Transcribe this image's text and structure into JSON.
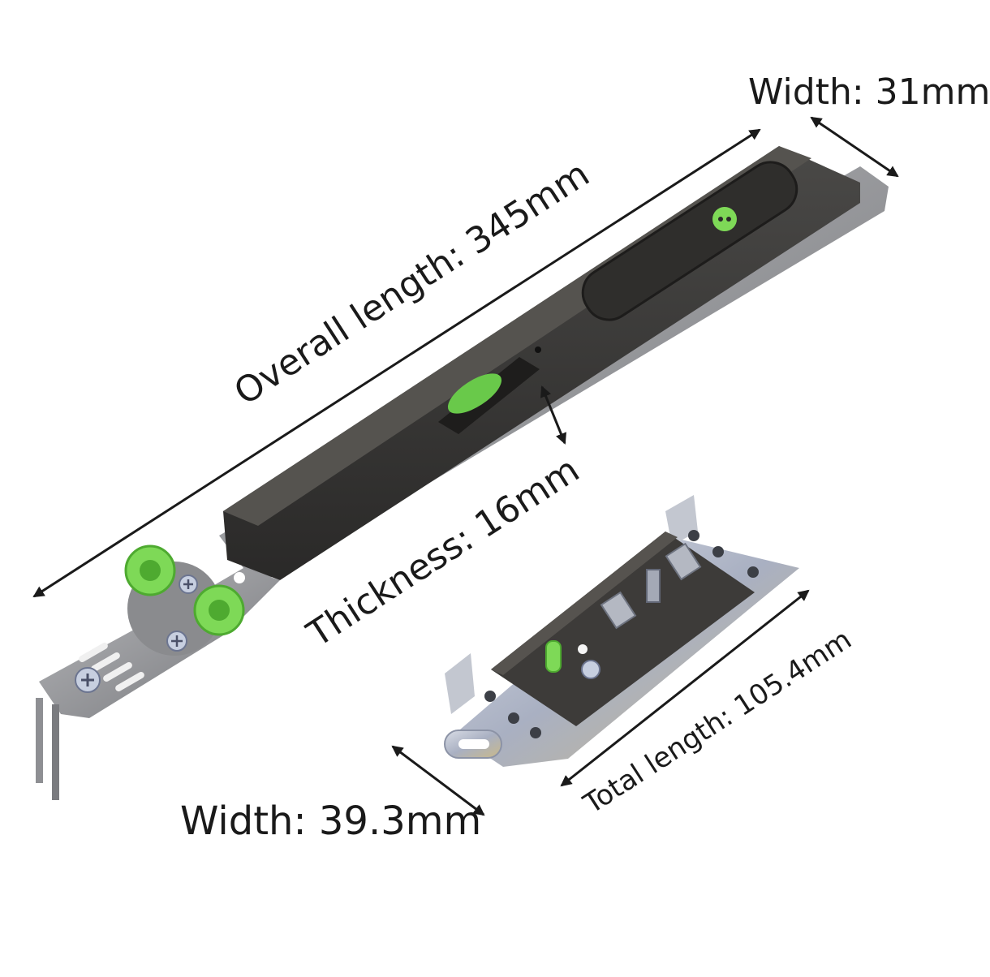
{
  "dimensions": {
    "overall_length": "Overall length: 345mm",
    "width_top": "Width: 31mm",
    "thickness": "Thickness: 16mm",
    "total_length": "Total length: 105.4mm",
    "width_bottom": "Width: 39.3mm"
  },
  "colors": {
    "slide_body": "#3a3938",
    "metal": "#8e8f93",
    "roller_green": "#7ed957",
    "accent_green": "#5cc93a",
    "arrow": "#1a1a1a"
  }
}
